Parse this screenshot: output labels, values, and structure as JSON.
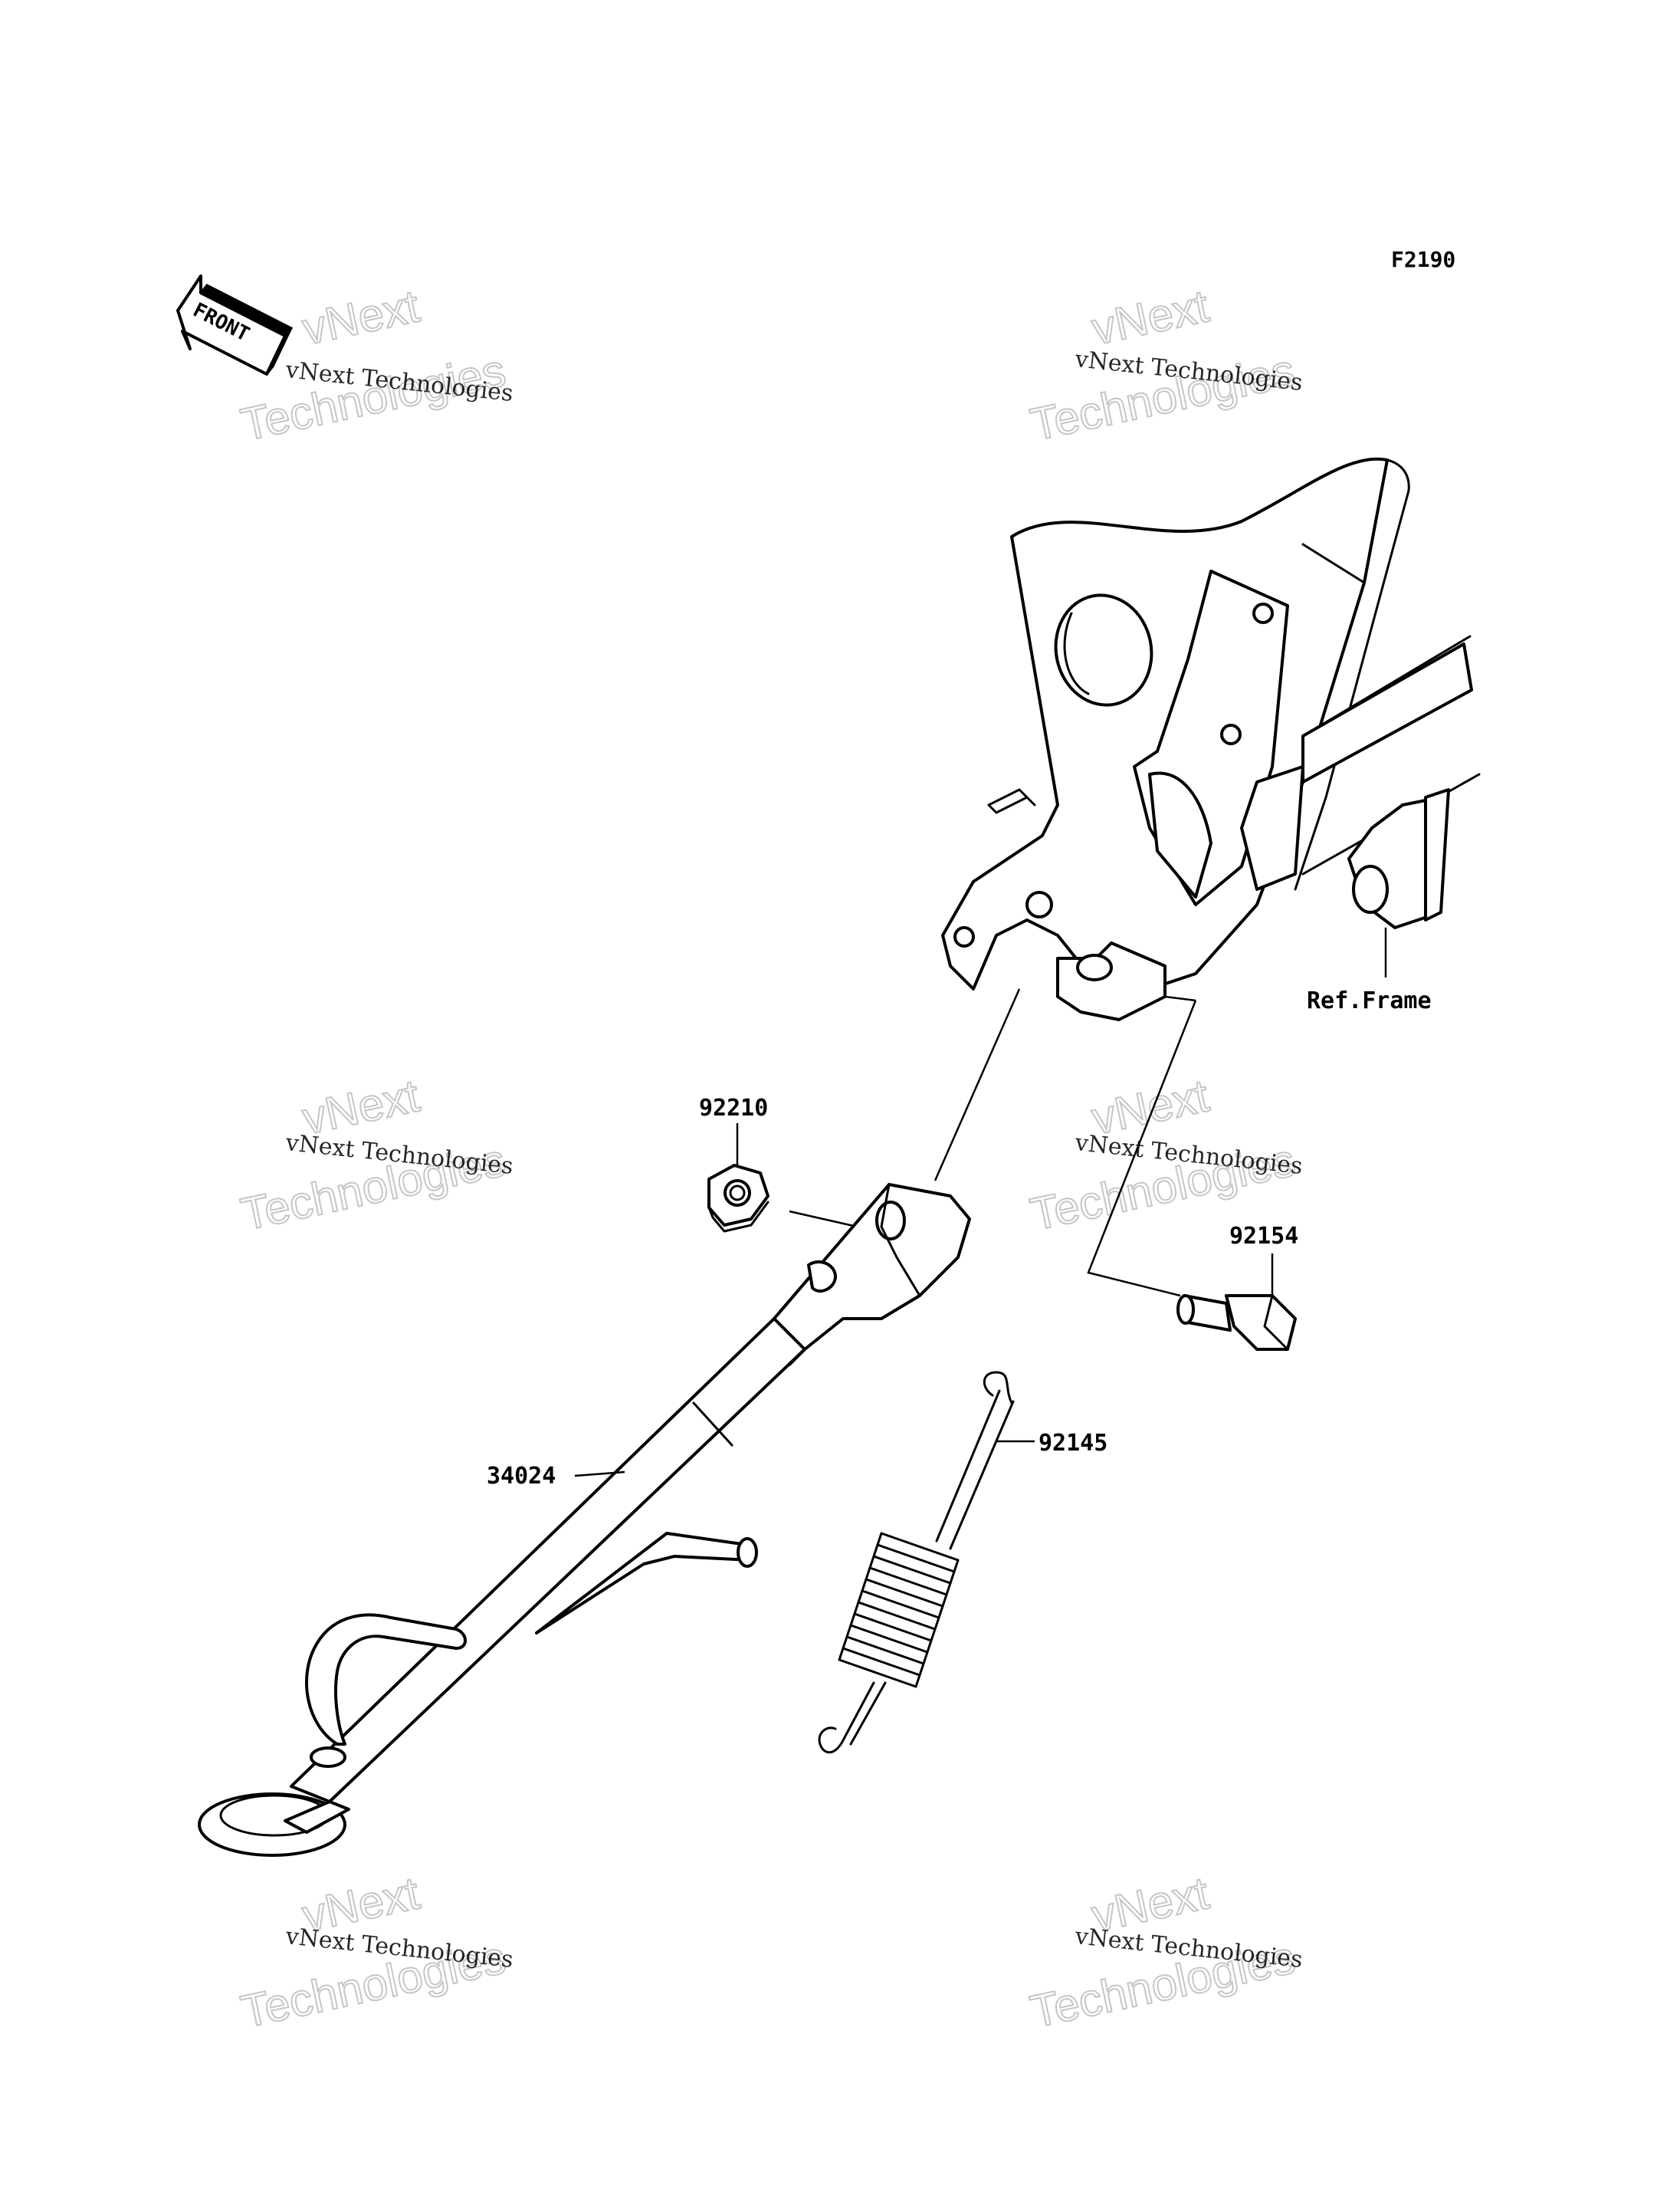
{
  "diagram": {
    "figure_code": "F2190",
    "front_indicator": "FRONT",
    "labels": {
      "nut": "92210",
      "bolt": "92154",
      "spring": "92145",
      "side_stand": "34024",
      "ref_frame": "Ref.Frame"
    },
    "watermark": {
      "line_small": "vNext Technologies",
      "line_big_1": "vNext",
      "line_big_2": "Technologies"
    }
  }
}
